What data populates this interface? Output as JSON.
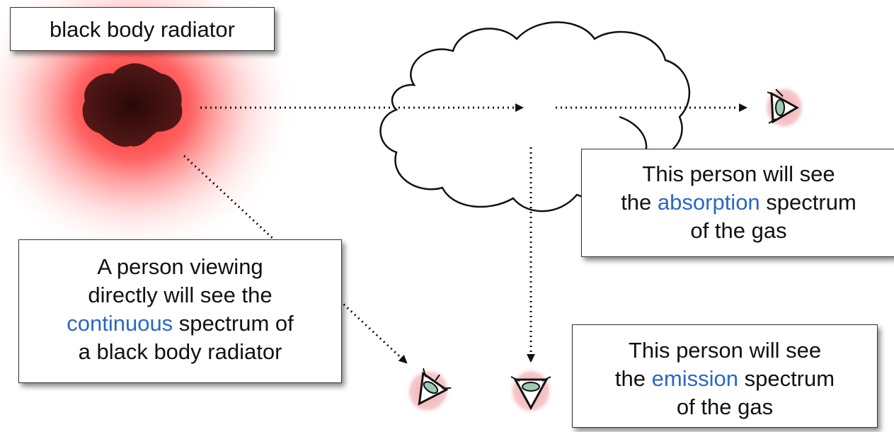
{
  "labels": {
    "black_body": "black body radiator",
    "direct": {
      "line1": "A person viewing",
      "line2": "directly will see the",
      "highlight": "continuous",
      "line3_rest": " spectrum of",
      "line4": "a black body radiator"
    },
    "absorption": {
      "line1": "This person will see",
      "pre": "the ",
      "highlight": "absorption",
      "post": " spectrum",
      "line3": "of the gas"
    },
    "emission": {
      "line1": "This person will see",
      "pre": "the ",
      "highlight": "emission",
      "post": " spectrum",
      "line3": "of the gas"
    }
  },
  "colors": {
    "highlight": "#2a67c9",
    "glow": "#ff1a1a",
    "blob": "#4a1414",
    "eye_halo": "#f2b6b8",
    "eye_iris": "#9fc9b0"
  },
  "icons": [
    "eye-icon",
    "eye-icon",
    "eye-icon",
    "cloud-icon",
    "black-body-blob"
  ]
}
